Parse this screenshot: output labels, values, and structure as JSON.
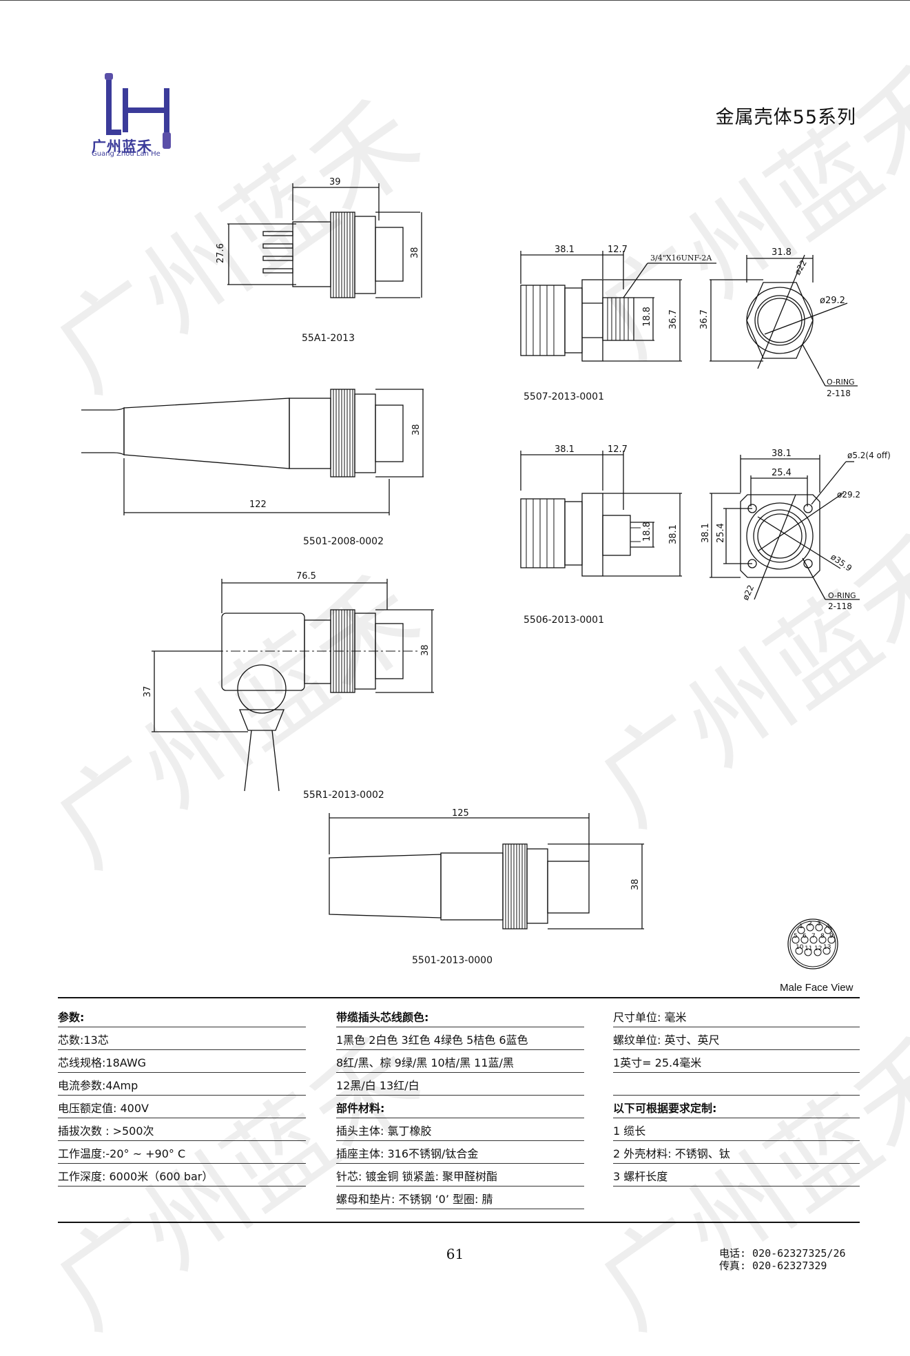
{
  "header": {
    "title": "金属壳体55系列",
    "logo_letters": "LH",
    "logo_cn": "广州蓝禾",
    "logo_en": "Guang Zhou Lan He"
  },
  "watermark": "广州蓝禾",
  "drawings": {
    "d1": {
      "label": "55A1-2013",
      "dim_length": "39",
      "dim_pin": "27.6",
      "dim_dia": "38"
    },
    "d2": {
      "label": "5501-2008-0002",
      "dim_length": "122",
      "dim_dia": "38"
    },
    "d3": {
      "label": "55R1-2013-0002",
      "dim_length": "76.5",
      "dim_dia": "38",
      "dim_drop": "37"
    },
    "d4": {
      "label": "5501-2013-0000",
      "dim_length": "125",
      "dim_dia": "38"
    },
    "d5": {
      "label": "5507-2013-0001",
      "dim_body": "38.1",
      "dim_thread": "12.7",
      "thread_spec": "3/4\"X16UNF-2A",
      "dim_18": "18.8",
      "dim_367a": "36.7",
      "dim_367b": "36.7",
      "dim_318": "31.8",
      "dim_22": "ø22",
      "dim_292": "ø29.2",
      "oring": "O-RING",
      "oring_no": "2-118"
    },
    "d6": {
      "label": "5506-2013-0001",
      "dim_body": "38.1",
      "dim_thread": "12.7",
      "dim_18": "18.8",
      "dim_381": "38.1",
      "dim_381b": "38.1",
      "dim_381c": "38.1",
      "dim_254": "25.4",
      "dim_254b": "25.4",
      "dim_holes": "ø5.2(4 off)",
      "dim_292": "ø29.2",
      "dim_359": "ø35.9",
      "dim_22": "ø22",
      "oring": "O-RING",
      "oring_no": "2-118"
    },
    "male_face": {
      "caption": "Male Face View",
      "pins": [
        "1",
        "2",
        "3",
        "4",
        "5",
        "6",
        "7",
        "8",
        "9",
        "10",
        "11",
        "12",
        "13"
      ]
    }
  },
  "specs": {
    "col1": {
      "heading": "参数:",
      "rows": [
        "芯数:13芯",
        "芯线规格:18AWG",
        "电流参数:4Amp",
        "电压额定值: 400V",
        "插拔次数 : >500次",
        "工作温度:-20° ~ +90° C",
        "工作深度: 6000米（600 bar）"
      ]
    },
    "col2": {
      "heading": "带缆插头芯线颜色:",
      "rows": [
        "1黑色 2白色 3红色 4绿色 5桔色 6蓝色",
        "8红/黑、棕 9绿/黑 10桔/黑 11蓝/黑",
        "12黑/白 13红/白"
      ],
      "heading2": "部件材料:",
      "rows2": [
        "插头主体: 氯丁橡胶",
        "插座主体: 316不锈钢/钛合金",
        "针芯: 镀金铜      锁紧盖: 聚甲醛树酯",
        "螺母和垫片: 不锈钢 ‘0’ 型圈: 腈"
      ]
    },
    "col3": {
      "rows": [
        "尺寸单位: 毫米",
        "螺纹单位: 英寸、英尺",
        "1英寸= 25.4毫米"
      ],
      "heading2": "以下可根据要求定制:",
      "rows2": [
        "1 缆长",
        "2 外壳材料: 不锈钢、钛",
        "3 螺杆长度"
      ]
    }
  },
  "footer": {
    "page": "61",
    "phone": "电话: 020-62327325/26",
    "fax": "传真: 020-62327329"
  }
}
